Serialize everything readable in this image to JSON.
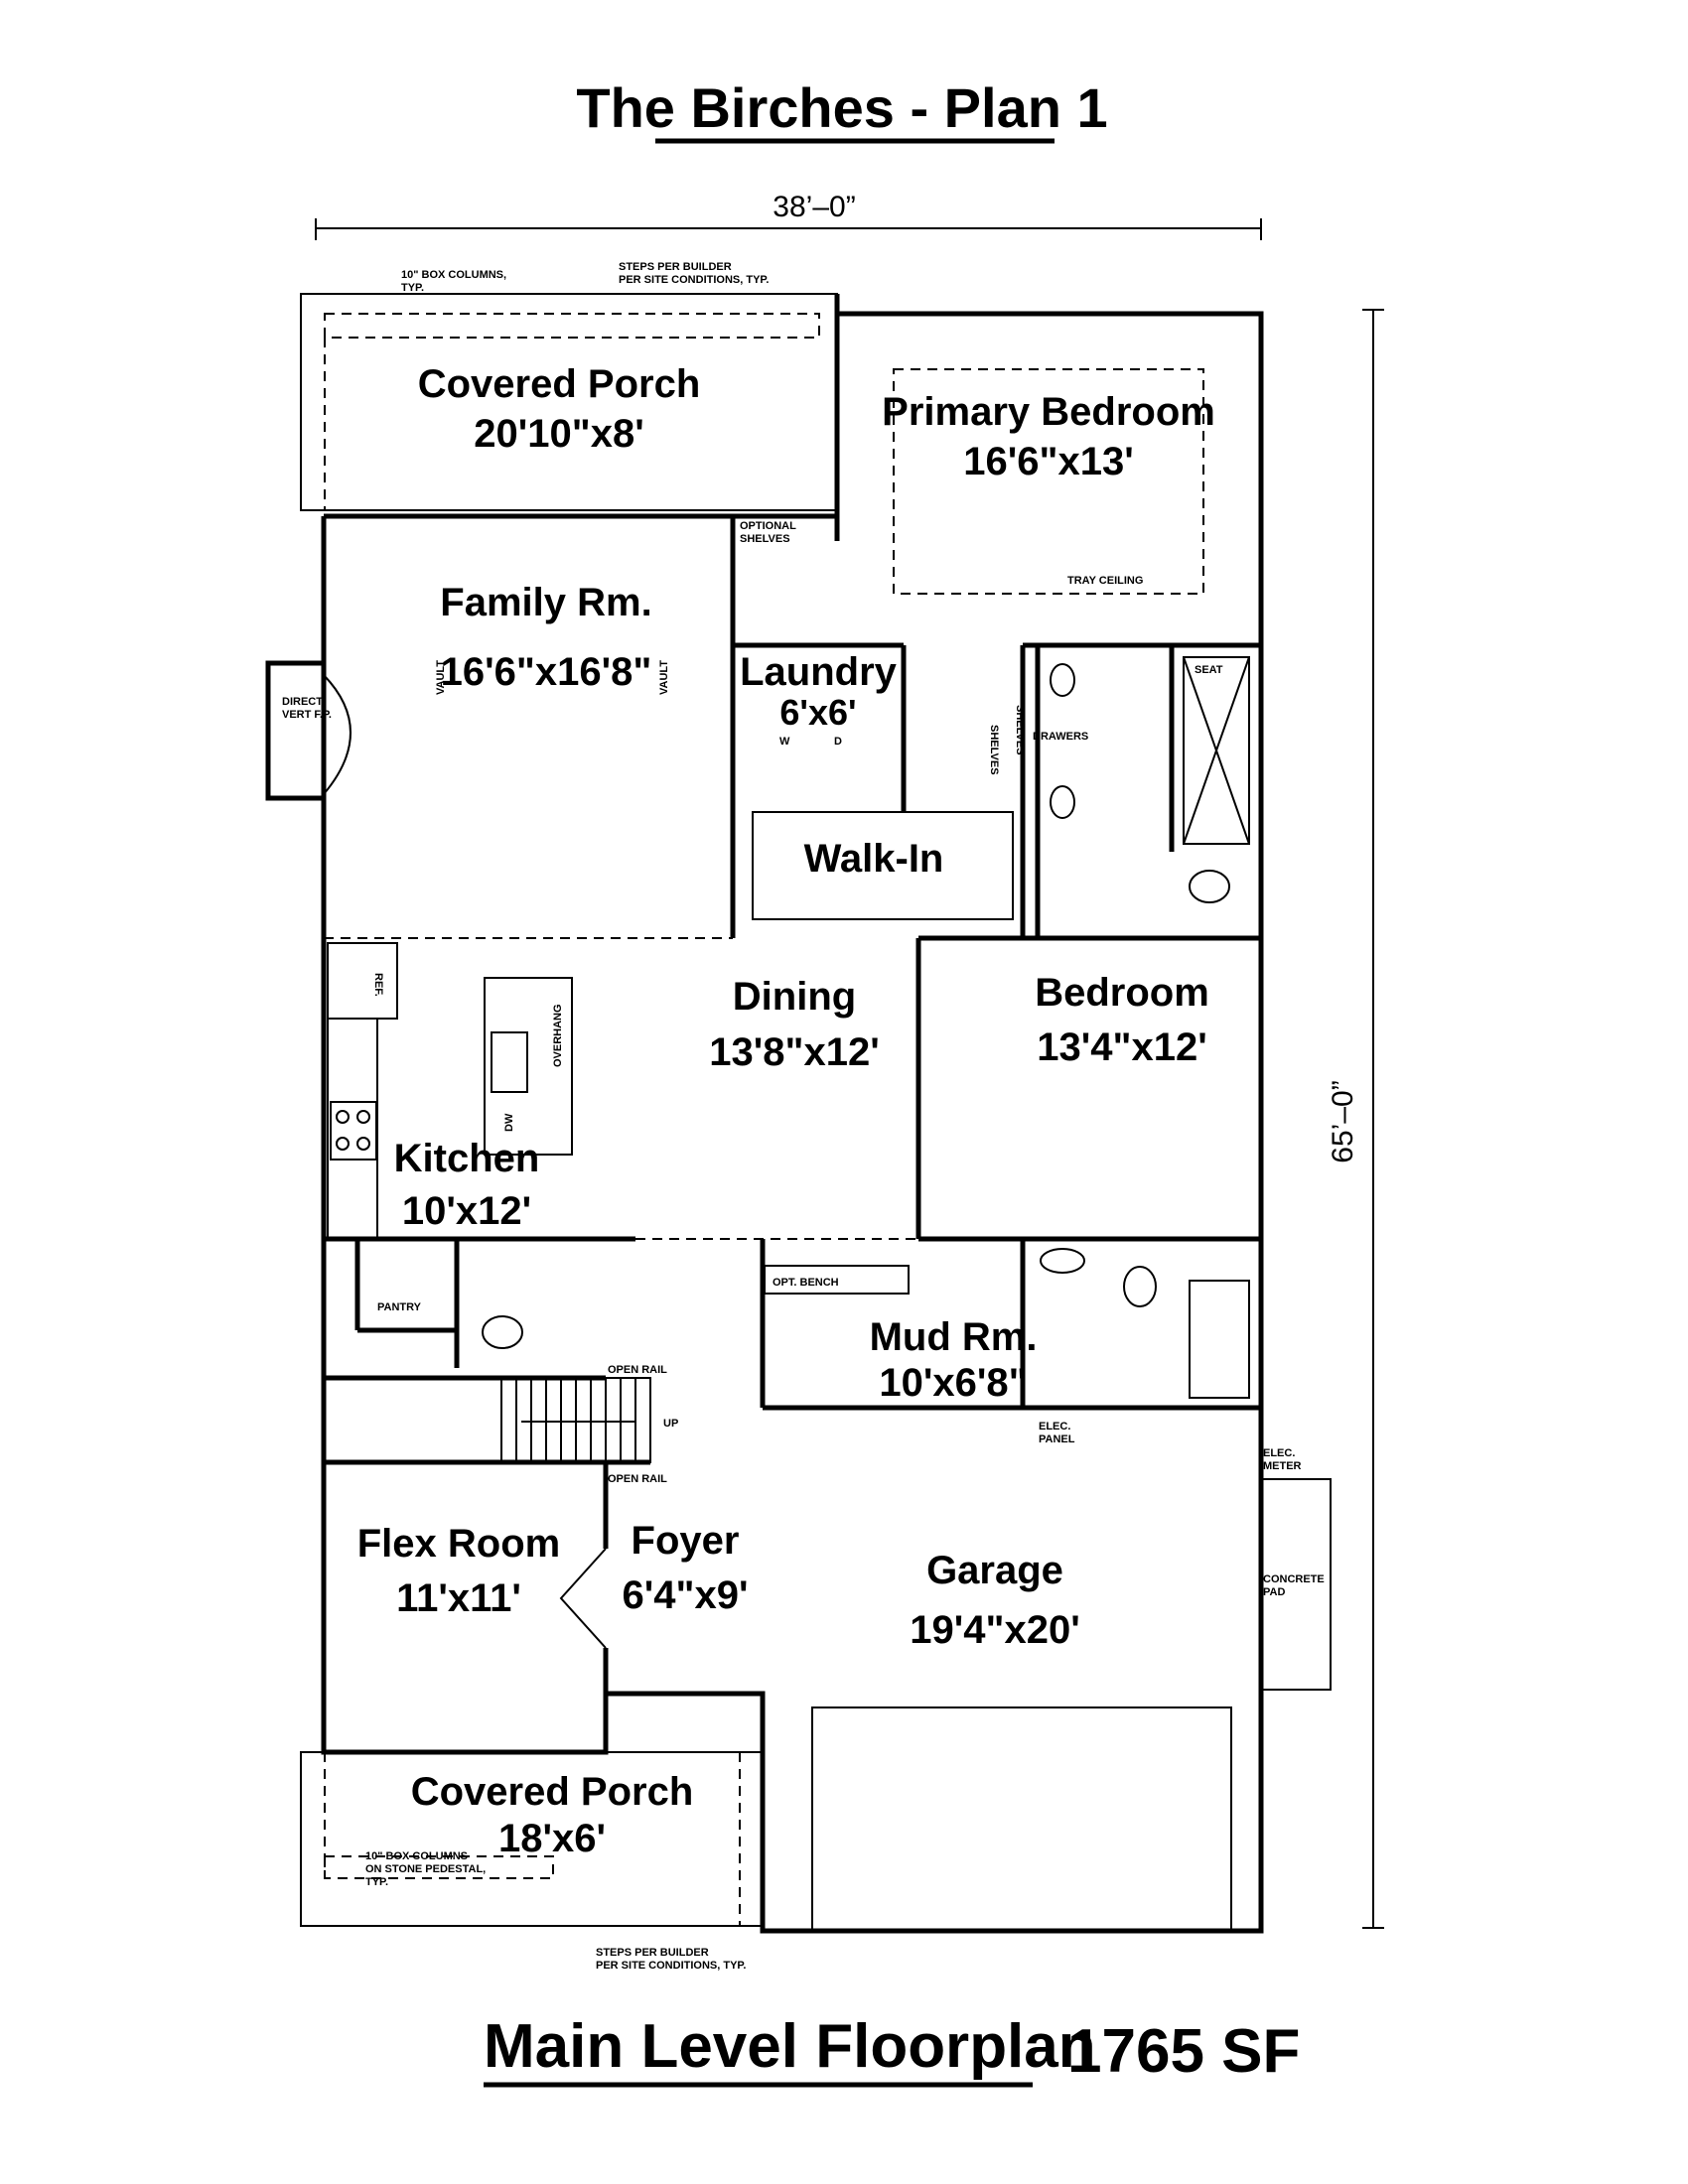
{
  "title": "The Birches - Plan 1",
  "dimensions": {
    "width": "38’–0”",
    "depth": "65’–0”"
  },
  "rooms": {
    "covered_porch_rear": {
      "name": "Covered Porch",
      "size": "20'10\"x8'"
    },
    "primary_bedroom": {
      "name": "Primary Bedroom",
      "size": "16'6\"x13'"
    },
    "family_room": {
      "name": "Family Rm.",
      "size": "16'6\"x16'8\""
    },
    "laundry": {
      "name": "Laundry",
      "size": "6'x6'"
    },
    "walk_in": {
      "name": "Walk-In"
    },
    "dining": {
      "name": "Dining",
      "size": "13'8\"x12'"
    },
    "bedroom": {
      "name": "Bedroom",
      "size": "13'4\"x12'"
    },
    "kitchen": {
      "name": "Kitchen",
      "size": "10'x12'"
    },
    "mud_room": {
      "name": "Mud Rm.",
      "size": "10'x6'8\""
    },
    "flex_room": {
      "name": "Flex Room",
      "size": "11'x11'"
    },
    "foyer": {
      "name": "Foyer",
      "size": "6'4\"x9'"
    },
    "garage": {
      "name": "Garage",
      "size": "19'4\"x20'"
    },
    "covered_porch_front": {
      "name": "Covered Porch",
      "size": "18'x6'"
    }
  },
  "notes": {
    "box_columns_rear_1": "10\" BOX COLUMNS,",
    "box_columns_rear_2": "TYP.",
    "steps_rear_1": "STEPS PER BUILDER",
    "steps_rear_2": "PER SITE CONDITIONS, TYP.",
    "optional_shelves_1": "OPTIONAL",
    "optional_shelves_2": "SHELVES",
    "tray_ceiling": "TRAY CEILING",
    "vault_left": "VAULT",
    "vault_right": "VAULT",
    "fireplace_1": "DIRECT",
    "fireplace_2": "VERT F.P.",
    "shelves_1": "SHELVES",
    "shelves_2": "SHELVES",
    "drawers": "DRAWERS",
    "seat": "SEAT",
    "washer": "W",
    "dryer": "D",
    "ref": "REF.",
    "overhang": "OVERHANG",
    "dw": "DW",
    "pantry": "PANTRY",
    "open_rail_top": "OPEN RAIL",
    "up": "UP",
    "open_rail_bottom": "OPEN RAIL",
    "opt_bench": "OPT. BENCH",
    "elec_panel_1": "ELEC.",
    "elec_panel_2": "PANEL",
    "elec_meter_1": "ELEC.",
    "elec_meter_2": "METER",
    "concrete_pad_1": "CONCRETE",
    "concrete_pad_2": "PAD",
    "box_columns_front_1": "10\" BOX COLUMNS",
    "box_columns_front_2": "ON STONE PEDESTAL,",
    "box_columns_front_3": "TYP.",
    "steps_front_1": "STEPS PER BUILDER",
    "steps_front_2": "PER SITE CONDITIONS, TYP."
  },
  "footer": {
    "label": "Main Level Floorplan",
    "area": "1765 SF"
  }
}
